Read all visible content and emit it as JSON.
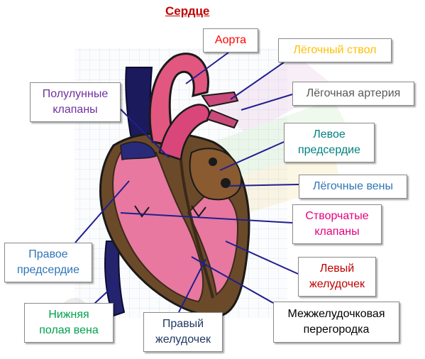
{
  "title": "Сердце",
  "labels": {
    "aorta": "Аорта",
    "pulmonary_trunk": "Лёгочный ствол",
    "pulmonary_artery": "Лёгочная артерия",
    "semilunar_valves": "Полулунные\nклапаны",
    "left_atrium": "Левое\nпредсердие",
    "pulmonary_veins": "Лёгочные вены",
    "atrioventricular_valves": "Створчатые\nклапаны",
    "right_atrium": "Правое\nпредсердие",
    "left_ventricle": "Левый\nжелудочек",
    "interventricular_septum": "Межжелудочковая\nперегородка",
    "inferior_vena_cava": "Нижняя\nполая вена",
    "right_ventricle": "Правый\nжелудочек"
  },
  "colors": {
    "title": "#c00000",
    "aorta": "#ff0000",
    "pulmonary_trunk": "#ffc000",
    "pulmonary_artery": "#595959",
    "semilunar_valves": "#7030a0",
    "left_atrium": "#008080",
    "pulmonary_veins": "#2e75b6",
    "atrioventricular_valves": "#e6007e",
    "right_atrium": "#2e75b6",
    "left_ventricle": "#c00000",
    "interventricular_septum": "#000000",
    "inferior_vena_cava": "#00a050",
    "right_ventricle": "#1f3864",
    "pointer_lines": "#1f1f8f"
  }
}
